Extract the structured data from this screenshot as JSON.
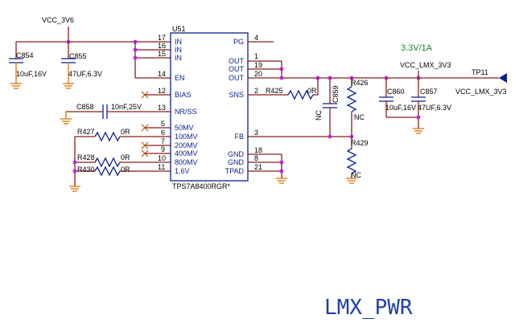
{
  "ic": {
    "ref": "U51",
    "part": "TPS7A8400RGR*",
    "left_pins": [
      {
        "num": "17",
        "name": "IN"
      },
      {
        "num": "16",
        "name": "IN"
      },
      {
        "num": "15",
        "name": "IN"
      },
      {
        "num": "14",
        "name": "EN"
      },
      {
        "num": "12",
        "name": "BIAS"
      },
      {
        "num": "13",
        "name": "NR/SS"
      },
      {
        "num": "5",
        "name": "50MV"
      },
      {
        "num": "6",
        "name": "100MV"
      },
      {
        "num": "7",
        "name": "200MV"
      },
      {
        "num": "9",
        "name": "400MV"
      },
      {
        "num": "10",
        "name": "800MV"
      },
      {
        "num": "11",
        "name": "1.6V"
      }
    ],
    "right_pins": [
      {
        "num": "4",
        "name": "PG"
      },
      {
        "num": "1",
        "name": "OUT"
      },
      {
        "num": "19",
        "name": "OUT"
      },
      {
        "num": "20",
        "name": "OUT"
      },
      {
        "num": "2",
        "name": "SNS"
      },
      {
        "num": "3",
        "name": "FB"
      },
      {
        "num": "18",
        "name": "GND"
      },
      {
        "num": "8",
        "name": "GND"
      },
      {
        "num": "21",
        "name": "TPAD"
      }
    ]
  },
  "nets": {
    "vin": "VCC_3V6",
    "vout": "VCC_LMX_3V3",
    "vout_right": "VCC_LMX_3V3",
    "rail_spec": "3.3V/1A",
    "testpoint": "TP11"
  },
  "components": {
    "c854": {
      "ref": "C854",
      "value": "10uF,16V"
    },
    "c855": {
      "ref": "C855",
      "value": "47UF,6.3V"
    },
    "c858": {
      "ref": "C858",
      "value": "10nF,25V"
    },
    "r427": {
      "ref": "R427",
      "value": "0R"
    },
    "r428": {
      "ref": "R428",
      "value": "0R"
    },
    "r430": {
      "ref": "R430",
      "value": "0R"
    },
    "r425": {
      "ref": "R425",
      "value": "0R"
    },
    "c859": {
      "ref": "C859",
      "value": "NC"
    },
    "r426": {
      "ref": "R426",
      "value": "NC"
    },
    "r429": {
      "ref": "R429",
      "value": "NC"
    },
    "c860": {
      "ref": "C860",
      "value": "10uF,16V"
    },
    "c857": {
      "ref": "C857",
      "value": "47UF,6.3V"
    }
  },
  "sheet_title": "LMX_PWR"
}
